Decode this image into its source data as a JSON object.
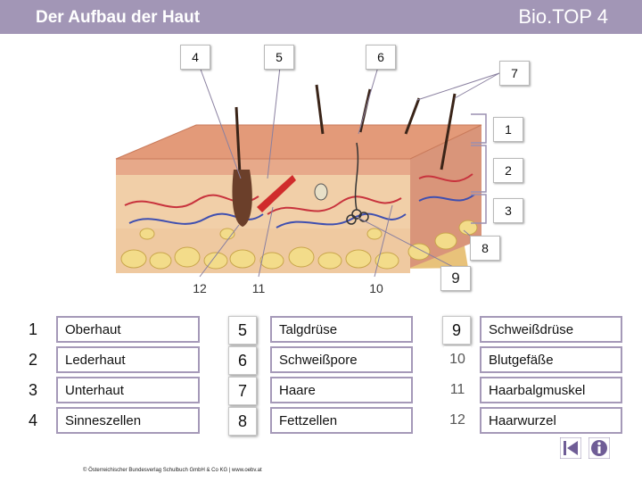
{
  "header": {
    "title": "Der Aufbau der Haut",
    "brand": "Bio.TOP 4"
  },
  "diagram": {
    "callouts": {
      "c4": "4",
      "c5": "5",
      "c6": "6",
      "c7": "7",
      "c1": "1",
      "c2": "2",
      "c3": "3",
      "c8": "8",
      "c12": "12",
      "c11": "11",
      "c10": "10",
      "c9": "9"
    }
  },
  "legend": {
    "items": [
      {
        "num": "1",
        "label": "Oberhaut"
      },
      {
        "num": "2",
        "label": "Lederhaut"
      },
      {
        "num": "3",
        "label": "Unterhaut"
      },
      {
        "num": "4",
        "label": "Sinneszellen"
      },
      {
        "num": "5",
        "label": "Talgdrüse"
      },
      {
        "num": "6",
        "label": "Schweißpore"
      },
      {
        "num": "7",
        "label": "Haare"
      },
      {
        "num": "8",
        "label": "Fettzellen"
      },
      {
        "num": "9",
        "label": "Schweißdrüse"
      },
      {
        "num": "10",
        "label": "Blutgefäße"
      },
      {
        "num": "11",
        "label": "Haarbalgmuskel"
      },
      {
        "num": "12",
        "label": "Haarwurzel"
      }
    ]
  },
  "footer": {
    "copyright": "© Österreichischer Bundesverlag Schulbuch GmbH & Co KG | www.oebv.at"
  },
  "icons": {
    "back": "back-to-start-icon",
    "info": "info-icon"
  },
  "colors": {
    "header": "#a296b6",
    "box_border": "#a599b8",
    "skin": "#e9b48f",
    "fat": "#f1d98a"
  }
}
